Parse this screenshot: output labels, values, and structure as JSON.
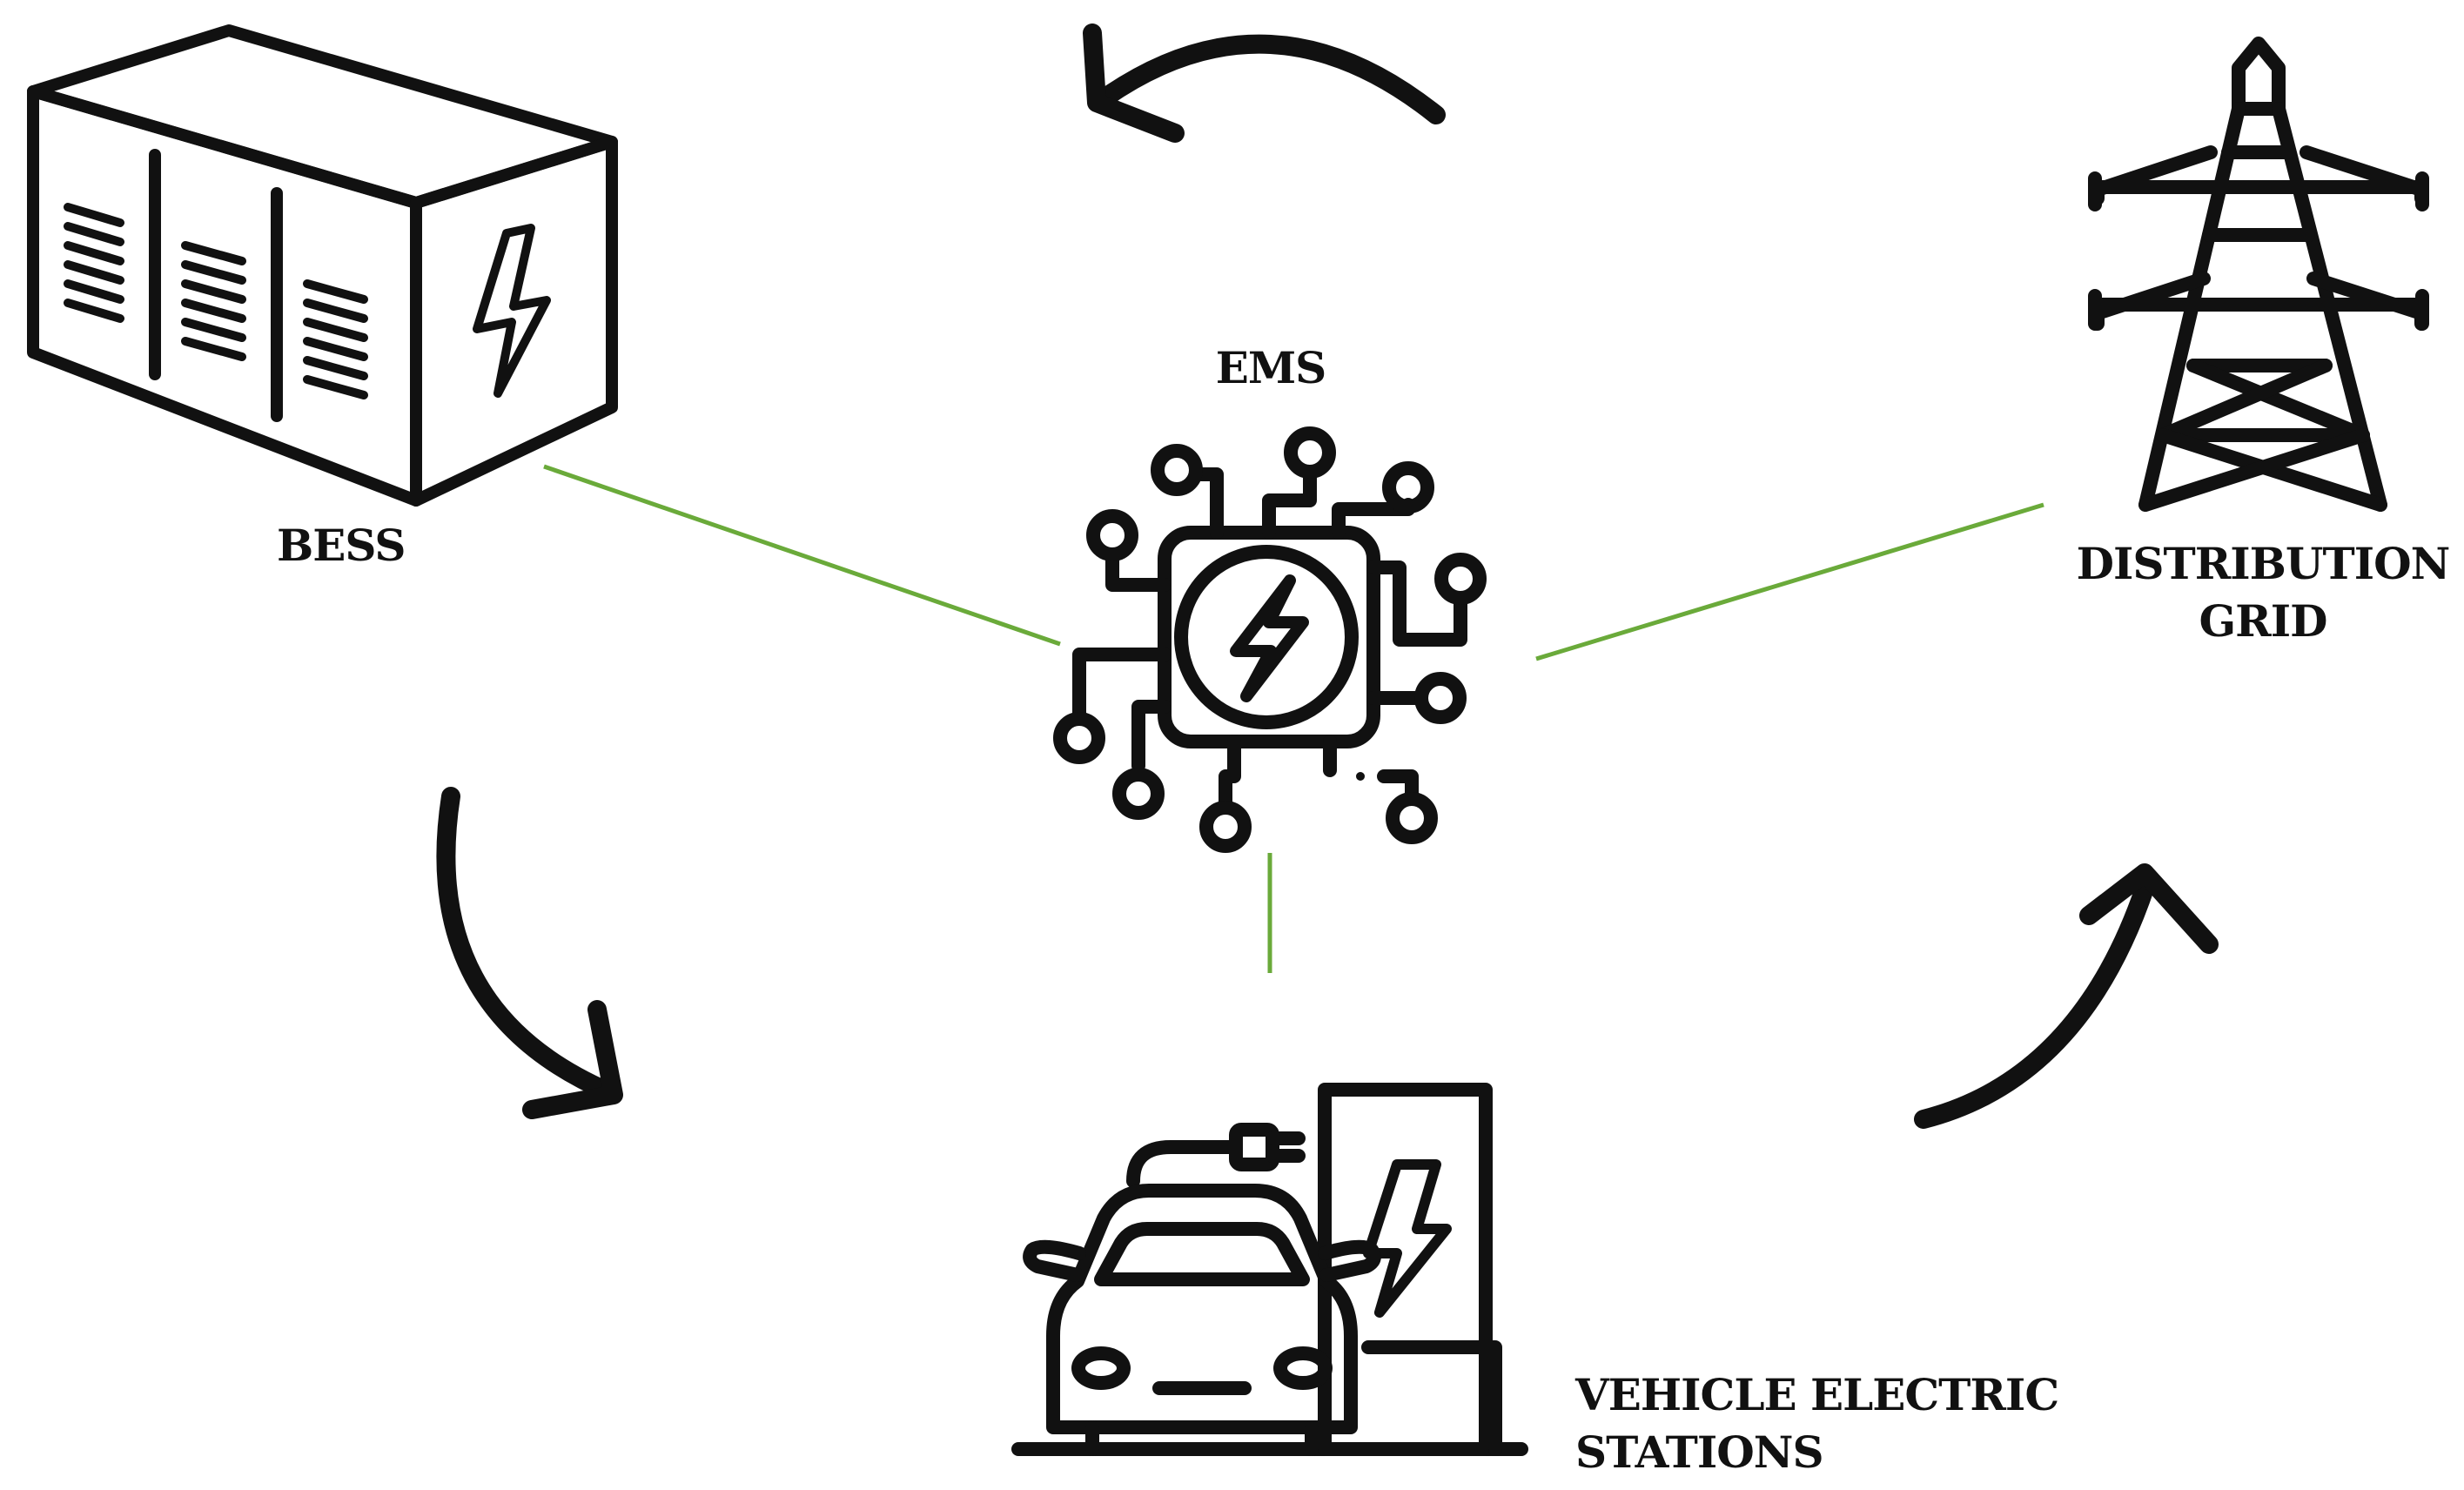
{
  "nodes": {
    "bess": {
      "label": "BESS",
      "icon": "battery-container-icon"
    },
    "ems": {
      "label": "EMS",
      "icon": "circuit-chip-lightning-icon"
    },
    "grid": {
      "label_line1": "DISTRIBUTION",
      "label_line2": "GRID",
      "icon": "transmission-tower-icon"
    },
    "stations": {
      "label_line1": "VEHICLE ELECTRIC",
      "label_line2": "STATIONS",
      "icon": "ev-charging-station-icon"
    }
  },
  "colors": {
    "stroke": "#111111",
    "link": "#6aaa3a",
    "background": "#ffffff"
  },
  "arrows": [
    {
      "from": "grid",
      "to": "bess",
      "icon": "curved-arrow-icon"
    },
    {
      "from": "bess",
      "to": "stations",
      "icon": "curved-arrow-icon"
    },
    {
      "from": "stations",
      "to": "grid",
      "icon": "curved-arrow-icon"
    }
  ]
}
